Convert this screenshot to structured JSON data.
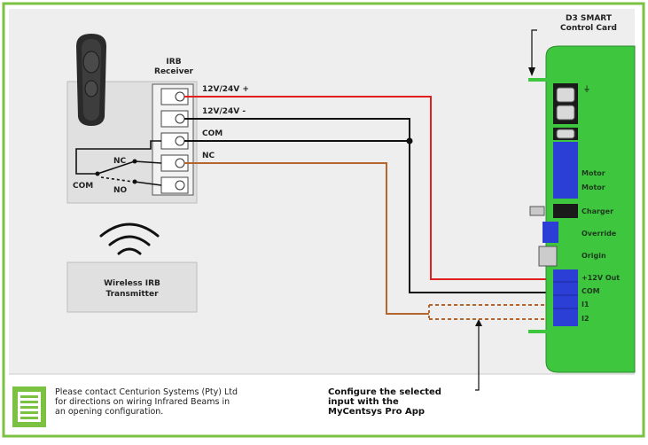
{
  "receiver": {
    "title_line1": "IRB",
    "title_line2": "Receiver",
    "relay_nc": "NC",
    "relay_com": "COM",
    "relay_no": "NO"
  },
  "wires": {
    "pos": "12V/24V +",
    "neg": "12V/24V -",
    "com": "COM",
    "nc": "NC"
  },
  "transmitter": {
    "line1": "Wireless IRB",
    "line2": "Transmitter"
  },
  "controller": {
    "title_line1": "D3 SMART",
    "title_line2": "Control Card",
    "labels": [
      "Motor",
      "Motor",
      "Charger",
      "Override",
      "Origin",
      "+12V Out",
      "COM",
      "I1",
      "I2"
    ]
  },
  "note": {
    "line1": "Please contact Centurion Systems (Pty) Ltd",
    "line2": "for directions on wiring Infrared Beams in",
    "line3": "an opening configuration."
  },
  "configure": {
    "line1": "Configure the selected",
    "line2": "input with the",
    "line3": "MyCentsys Pro App"
  },
  "colors": {
    "frame": "#7cc242",
    "panel": "#eeeeee",
    "board": "#3fc63f",
    "wire_red": "#e02020",
    "wire_black": "#111111",
    "wire_brown": "#b5652e",
    "terminal_blue": "#2b3fd6"
  }
}
